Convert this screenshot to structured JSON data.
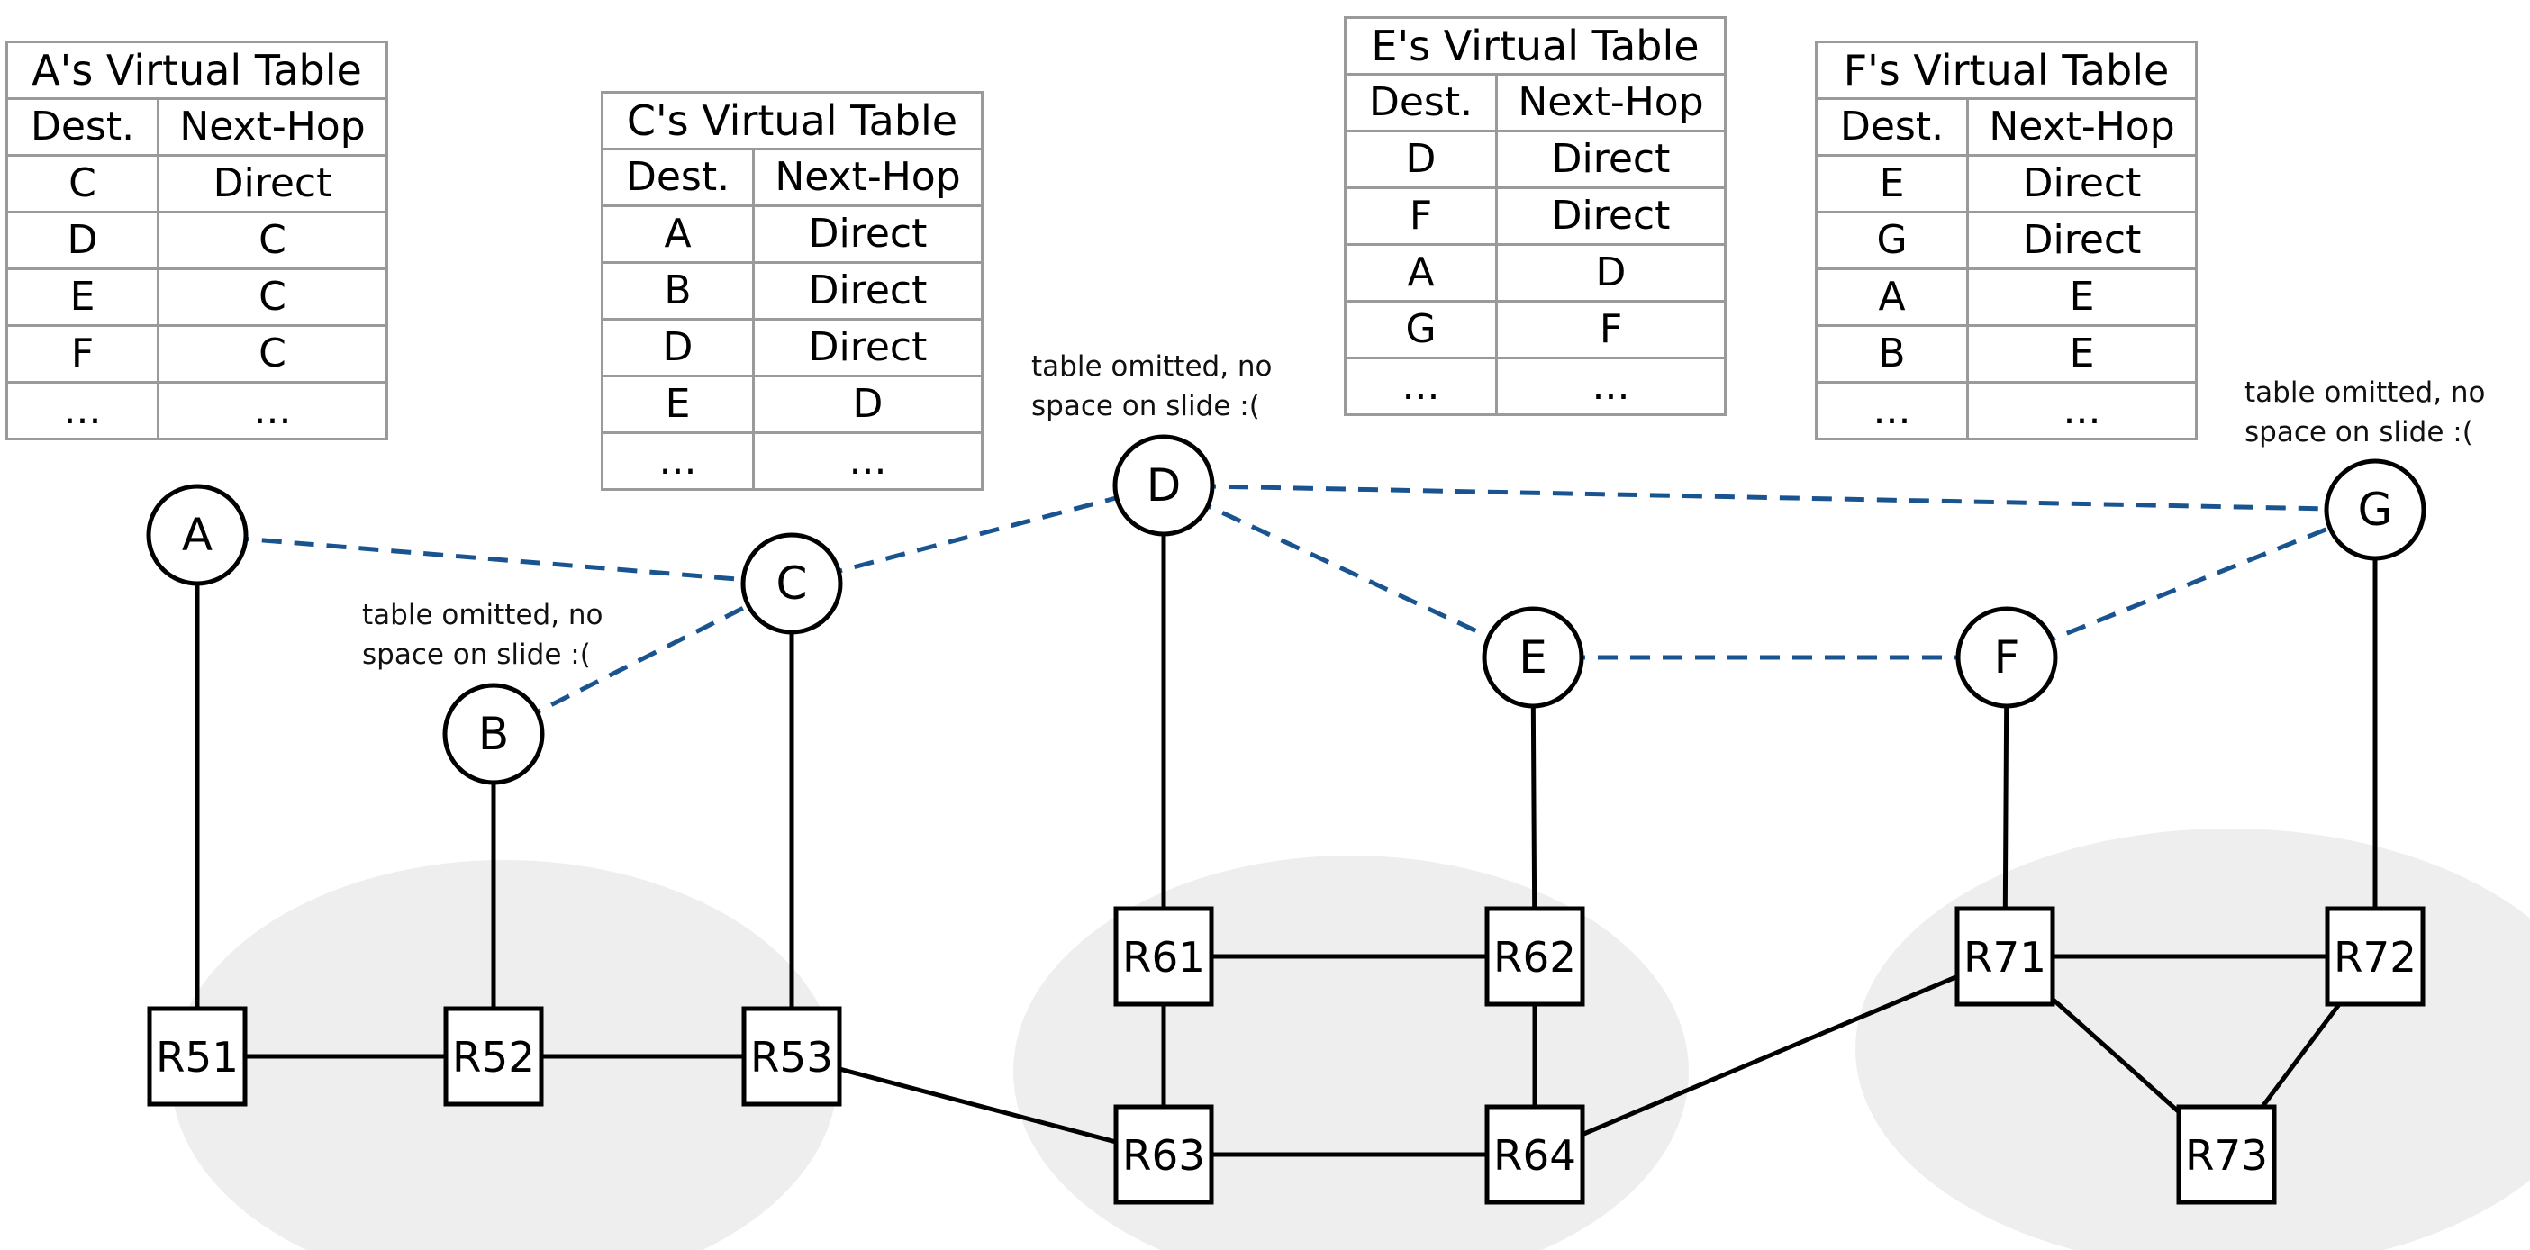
{
  "tables": [
    {
      "id": "a",
      "title": "A's Virtual Table",
      "headers": [
        "Dest.",
        "Next-Hop"
      ],
      "rows": [
        [
          "C",
          "Direct"
        ],
        [
          "D",
          "C"
        ],
        [
          "E",
          "C"
        ],
        [
          "F",
          "C"
        ],
        [
          "...",
          "..."
        ]
      ]
    },
    {
      "id": "c",
      "title": "C's Virtual Table",
      "headers": [
        "Dest.",
        "Next-Hop"
      ],
      "rows": [
        [
          "A",
          "Direct"
        ],
        [
          "B",
          "Direct"
        ],
        [
          "D",
          "Direct"
        ],
        [
          "E",
          "D"
        ],
        [
          "...",
          "..."
        ]
      ]
    },
    {
      "id": "e",
      "title": "E's Virtual Table",
      "headers": [
        "Dest.",
        "Next-Hop"
      ],
      "rows": [
        [
          "D",
          "Direct"
        ],
        [
          "F",
          "Direct"
        ],
        [
          "A",
          "D"
        ],
        [
          "G",
          "F"
        ],
        [
          "...",
          "..."
        ]
      ]
    },
    {
      "id": "f",
      "title": "F's Virtual Table",
      "headers": [
        "Dest.",
        "Next-Hop"
      ],
      "rows": [
        [
          "E",
          "Direct"
        ],
        [
          "G",
          "Direct"
        ],
        [
          "A",
          "E"
        ],
        [
          "B",
          "E"
        ],
        [
          "...",
          "..."
        ]
      ]
    }
  ],
  "notes": {
    "b": "table omitted, no\nspace on slide :(",
    "d": "table omitted, no\nspace on slide :(",
    "g": "table omitted, no\nspace on slide :("
  },
  "hosts": [
    "A",
    "B",
    "C",
    "D",
    "E",
    "F",
    "G"
  ],
  "routers": [
    "R51",
    "R52",
    "R53",
    "R61",
    "R62",
    "R63",
    "R64",
    "R71",
    "R72",
    "R73"
  ],
  "virtual_links": [
    [
      "A",
      "C"
    ],
    [
      "B",
      "C"
    ],
    [
      "C",
      "D"
    ],
    [
      "D",
      "E"
    ],
    [
      "D",
      "G"
    ],
    [
      "E",
      "F"
    ],
    [
      "F",
      "G"
    ]
  ],
  "access_links": [
    [
      "A",
      "R51"
    ],
    [
      "B",
      "R52"
    ],
    [
      "C",
      "R53"
    ],
    [
      "D",
      "R61"
    ],
    [
      "E",
      "R62"
    ],
    [
      "F",
      "R71"
    ],
    [
      "G",
      "R72"
    ]
  ],
  "physical_links": [
    [
      "R51",
      "R52"
    ],
    [
      "R52",
      "R53"
    ],
    [
      "R53",
      "R63"
    ],
    [
      "R61",
      "R62"
    ],
    [
      "R61",
      "R63"
    ],
    [
      "R62",
      "R64"
    ],
    [
      "R63",
      "R64"
    ],
    [
      "R64",
      "R71"
    ],
    [
      "R71",
      "R72"
    ],
    [
      "R71",
      "R73"
    ],
    [
      "R72",
      "R73"
    ]
  ],
  "colors": {
    "virtual_link": "#1a5490",
    "physical_link": "#000000",
    "cluster_fill": "#eeeeee",
    "table_border": "#9a9a9a"
  }
}
